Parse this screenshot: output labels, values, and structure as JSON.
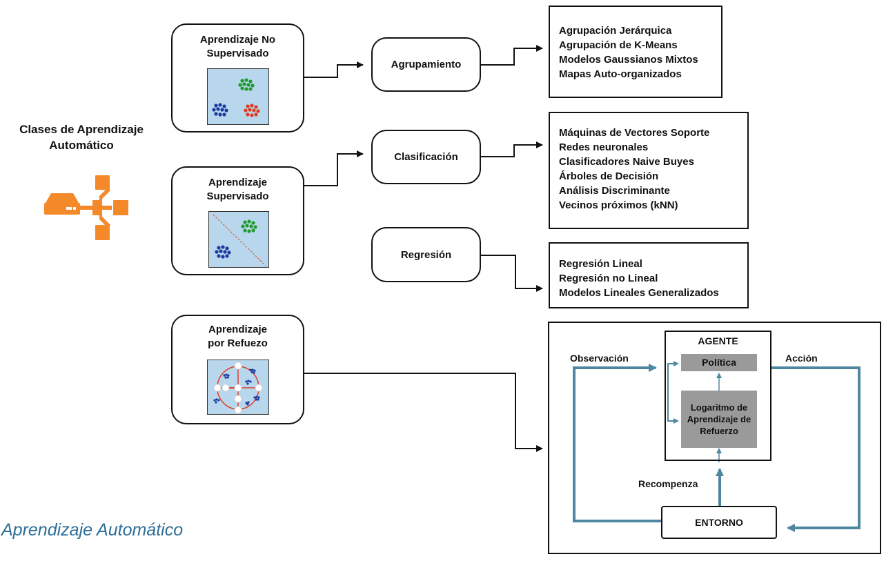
{
  "main_title": "Clases de Aprendizaje Automático",
  "caption": "Aprendizaje Automático",
  "categories": [
    {
      "label": "Aprendizaje No Supervisado"
    },
    {
      "label": "Aprendizaje Supervisado"
    },
    {
      "label": "Aprendizaje por Refuezo"
    }
  ],
  "methods": [
    {
      "label": "Agrupamiento"
    },
    {
      "label": "Clasificación"
    },
    {
      "label": "Regresión"
    }
  ],
  "lists": {
    "clustering": [
      "Agrupación Jerárquica",
      "Agrupación de K-Means",
      "Modelos Gaussianos Mixtos",
      "Mapas Auto-organizados"
    ],
    "classification": [
      "Máquinas de Vectores Soporte",
      "Redes neuronales",
      "Clasificadores Naive Buyes",
      "Árboles de Decisión",
      "Análisis Discriminante",
      "Vecinos próximos (kNN)"
    ],
    "regression": [
      "Regresión Lineal",
      "Regresión no Lineal",
      "Modelos Lineales Generalizados"
    ]
  },
  "rl_diagram": {
    "agent": "AGENTE",
    "policy": "Política",
    "algorithm": "Logaritmo de Aprendizaje de Refuerzo",
    "observation": "Observación",
    "action": "Acción",
    "reward": "Recompenza",
    "environment": "ENTORNO"
  },
  "colors": {
    "accent_orange": "#f4892a",
    "loop_teal": "#4f86a0",
    "caption_blue": "#2e6e96",
    "thumb_bg": "#b9d7ec",
    "gray_box": "#9a9a9a"
  },
  "icons": [
    "network-server-icon"
  ]
}
